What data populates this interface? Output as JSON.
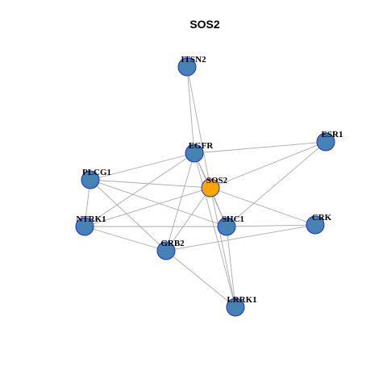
{
  "title": "SOS2",
  "colors": {
    "node_fill": "#4682b4",
    "node_stroke": "#1f2fc9",
    "center_fill": "#ffa500",
    "edge": "#aaaaaa"
  },
  "nodes": [
    {
      "id": "ITSN2",
      "label": "ITSN2",
      "center": false
    },
    {
      "id": "EGFR",
      "label": "EGFR",
      "center": false
    },
    {
      "id": "ESR1",
      "label": "ESR1",
      "center": false
    },
    {
      "id": "PLCG1",
      "label": "PLCG1",
      "center": false
    },
    {
      "id": "SOS2",
      "label": "SOS2",
      "center": true
    },
    {
      "id": "NTRK1",
      "label": "NTRK1",
      "center": false
    },
    {
      "id": "SHC1",
      "label": "SHC1",
      "center": false
    },
    {
      "id": "CRK",
      "label": "CRK",
      "center": false
    },
    {
      "id": "GRB2",
      "label": "GRB2",
      "center": false
    },
    {
      "id": "LRRK1",
      "label": "LRRK1",
      "center": false
    }
  ],
  "edges": [
    [
      "ITSN2",
      "EGFR"
    ],
    [
      "ITSN2",
      "SOS2"
    ],
    [
      "EGFR",
      "ESR1"
    ],
    [
      "EGFR",
      "PLCG1"
    ],
    [
      "EGFR",
      "SOS2"
    ],
    [
      "EGFR",
      "NTRK1"
    ],
    [
      "EGFR",
      "SHC1"
    ],
    [
      "EGFR",
      "GRB2"
    ],
    [
      "EGFR",
      "LRRK1"
    ],
    [
      "ESR1",
      "SOS2"
    ],
    [
      "ESR1",
      "SHC1"
    ],
    [
      "PLCG1",
      "SOS2"
    ],
    [
      "PLCG1",
      "NTRK1"
    ],
    [
      "PLCG1",
      "SHC1"
    ],
    [
      "PLCG1",
      "GRB2"
    ],
    [
      "SOS2",
      "NTRK1"
    ],
    [
      "SOS2",
      "SHC1"
    ],
    [
      "SOS2",
      "CRK"
    ],
    [
      "SOS2",
      "GRB2"
    ],
    [
      "SOS2",
      "LRRK1"
    ],
    [
      "NTRK1",
      "SHC1"
    ],
    [
      "NTRK1",
      "GRB2"
    ],
    [
      "SHC1",
      "CRK"
    ],
    [
      "SHC1",
      "LRRK1"
    ],
    [
      "GRB2",
      "CRK"
    ],
    [
      "GRB2",
      "LRRK1"
    ]
  ]
}
